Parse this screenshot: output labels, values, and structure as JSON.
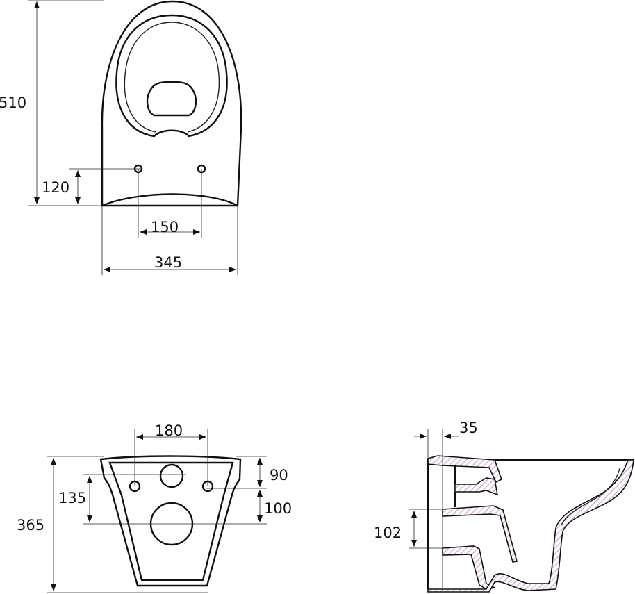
{
  "top_view": {
    "height_total": "510",
    "height_holes": "120",
    "holes_spacing": "150",
    "width": "345"
  },
  "back_view": {
    "width_top_holes": "180",
    "height_90": "90",
    "height_100": "100",
    "height_135": "135",
    "height_total": "365"
  },
  "side_section": {
    "offset_35": "35",
    "height_102": "102"
  },
  "colors": {
    "line": "#111111",
    "hatch": "#c9a0c8"
  }
}
